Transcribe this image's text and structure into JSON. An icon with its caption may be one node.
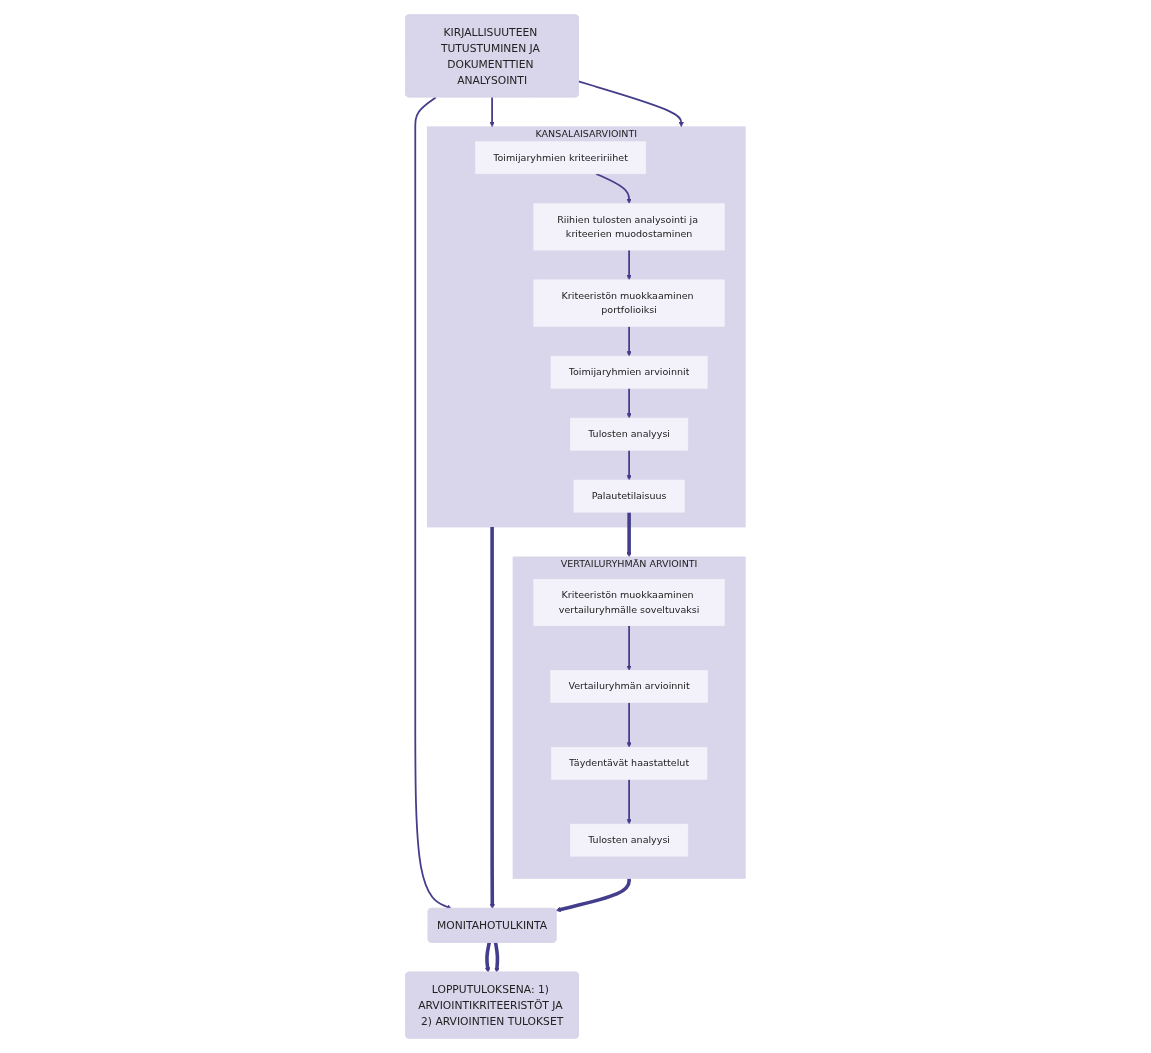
{
  "diagram": {
    "nodes": [
      {
        "text": [
          "KIRJALLISUUTEEN TUTUSTUMINEN JA DOKUMENTTIEN ANALYSOINTI"
        ]
      },
      {
        "text": [
          "KANSALAISARVIOINTI"
        ]
      },
      {
        "text": [
          "Toimijaryhmien kriteeririihet"
        ],
        "in": 1
      },
      {
        "text": [
          "Riihien tulosten analysointi ja kriteerien muodostaminen"
        ],
        "in": 1
      },
      {
        "text": [
          "Kriteeristön muokkaaminen portfolioiksi"
        ],
        "in": 1
      },
      {
        "text": [
          "Toimijaryhmien arvioinnit"
        ],
        "in": 1
      },
      {
        "text": [
          "Tulosten analyysi"
        ],
        "in": 1
      },
      {
        "text": [
          "Palautetilaisuus"
        ],
        "in": 1
      },
      {
        "text": [
          "VERTAILURYHMÄN ARVIOINTI"
        ]
      },
      {
        "text": [
          "Kriteeristön muokkaaminen vertailuryhmälle soveltuvaksi"
        ],
        "in": 8
      },
      {
        "text": [
          "Vertailuryhmän arvioinnit"
        ],
        "in": 8
      },
      {
        "text": [
          "Täydentävät haastattelut"
        ],
        "in": 8
      },
      {
        "text": [
          "Tulosten analyysi"
        ],
        "in": 8
      },
      {
        "text": [
          "MONITAHOTULKINTA"
        ]
      },
      {
        "text": [
          "LOPPUTULOKSENA: 1) ARVIOINTIKRITEERISTÖT JA 2) ARVIOINTIEN TULOKSET"
        ]
      }
    ],
    "edges": [
      {
        "from": 0,
        "to": 1,
        "arrow": "to"
      },
      {
        "from": 0,
        "to": 1,
        "arrow": "to"
      },
      {
        "from": 0,
        "to": 13,
        "arrow": "to"
      },
      {
        "from": 2,
        "to": 3,
        "arrow": "to"
      },
      {
        "from": 3,
        "to": 4,
        "arrow": "to"
      },
      {
        "from": 4,
        "to": 5,
        "arrow": "to"
      },
      {
        "from": 5,
        "to": 6,
        "arrow": "to"
      },
      {
        "from": 6,
        "to": 7,
        "arrow": "to"
      },
      {
        "from": 7,
        "to": 8,
        "arrow": "to",
        "style": "thick"
      },
      {
        "from": 9,
        "to": 10,
        "arrow": "to"
      },
      {
        "from": 10,
        "to": 11,
        "arrow": "to"
      },
      {
        "from": 11,
        "to": 12,
        "arrow": "to"
      },
      {
        "from": 1,
        "to": 13,
        "arrow": "to",
        "style": "thick"
      },
      {
        "from": 8,
        "to": 13,
        "arrow": "to",
        "style": "thick"
      },
      {
        "from": 13,
        "to": 14,
        "arrow": "to",
        "style": "thick"
      },
      {
        "from": 13,
        "to": 14,
        "arrow": "to",
        "style": "thick"
      }
    ]
  }
}
